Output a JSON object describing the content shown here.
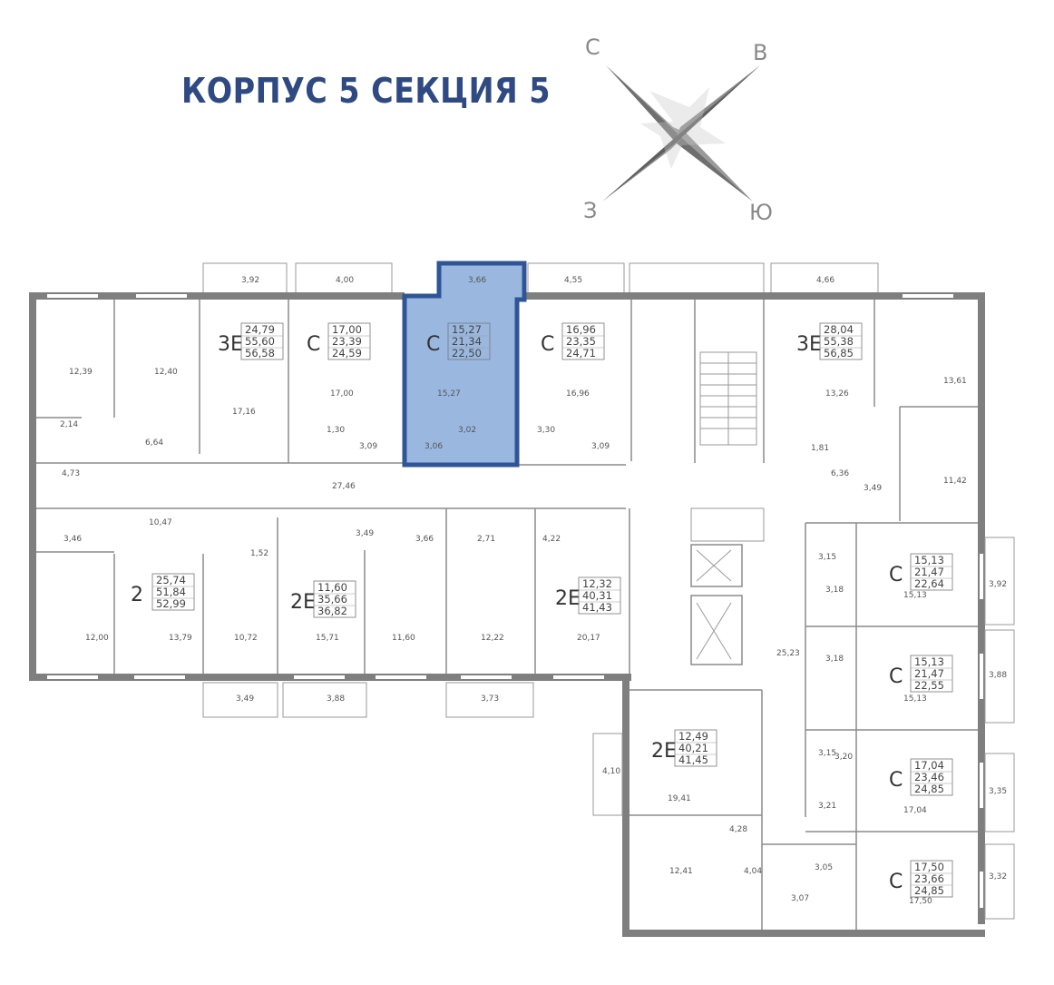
{
  "title": "КОРПУС 5 СЕКЦИЯ 5",
  "compass": {
    "north": "С",
    "east": "В",
    "west": "З",
    "south": "Ю"
  },
  "colors": {
    "highlight": "#2f5597",
    "highlight_fill": "#8fb0dc",
    "title": "#2f4a82",
    "wall": "#7f7f7f"
  },
  "apartments": [
    {
      "id": "apt-3e-top-left",
      "code": "3Е",
      "areas": [
        "24,79",
        "55,60",
        "56,58"
      ]
    },
    {
      "id": "apt-c-top-1",
      "code": "С",
      "areas": [
        "17,00",
        "23,39",
        "24,59"
      ]
    },
    {
      "id": "apt-c-top-selected",
      "code": "С",
      "areas": [
        "15,27",
        "21,34",
        "22,50"
      ],
      "selected": true
    },
    {
      "id": "apt-c-top-3",
      "code": "С",
      "areas": [
        "16,96",
        "23,35",
        "24,71"
      ]
    },
    {
      "id": "apt-3e-top-right",
      "code": "3Е",
      "areas": [
        "28,04",
        "55,38",
        "56,85"
      ]
    },
    {
      "id": "apt-2-bottom-left",
      "code": "2",
      "areas": [
        "25,74",
        "51,84",
        "52,99"
      ]
    },
    {
      "id": "apt-2e-bottom-1",
      "code": "2Е",
      "areas": [
        "11,60",
        "35,66",
        "36,82"
      ]
    },
    {
      "id": "apt-2e-bottom-2",
      "code": "2Е",
      "areas": [
        "12,32",
        "40,31",
        "41,43"
      ]
    },
    {
      "id": "apt-2e-wing",
      "code": "2Е",
      "areas": [
        "12,49",
        "40,21",
        "41,45"
      ]
    },
    {
      "id": "apt-c-right-1",
      "code": "С",
      "areas": [
        "15,13",
        "21,47",
        "22,64"
      ]
    },
    {
      "id": "apt-c-right-2",
      "code": "С",
      "areas": [
        "15,13",
        "21,47",
        "22,55"
      ]
    },
    {
      "id": "apt-c-right-3",
      "code": "С",
      "areas": [
        "17,04",
        "23,46",
        "24,85"
      ]
    },
    {
      "id": "apt-c-right-4",
      "code": "С",
      "areas": [
        "17,50",
        "23,66",
        "24,85"
      ]
    }
  ],
  "room_labels": [
    "3,92",
    "4,00",
    "3,66",
    "4,55",
    "4,66",
    "12,39",
    "12,40",
    "17,16",
    "17,00",
    "15,27",
    "16,96",
    "13,26",
    "13,61",
    "2,14",
    "6,64",
    "1,30",
    "3,09",
    "3,06",
    "3,02",
    "3,30",
    "3,09",
    "1,81",
    "4,73",
    "27,46",
    "6,36",
    "3,49",
    "11,42",
    "10,47",
    "3,46",
    "1,52",
    "3,49",
    "3,66",
    "2,71",
    "4,22",
    "12,00",
    "13,79",
    "10,72",
    "15,71",
    "11,60",
    "12,22",
    "20,17",
    "3,49",
    "3,88",
    "3,73",
    "3,15",
    "3,18",
    "15,13",
    "3,92",
    "3,18",
    "25,23",
    "15,13",
    "3,88",
    "3,15",
    "3,20",
    "3,21",
    "17,04",
    "3,35",
    "4,10",
    "19,41",
    "4,28",
    "12,41",
    "4,04",
    "3,07",
    "3,05",
    "17,50",
    "3,32"
  ]
}
